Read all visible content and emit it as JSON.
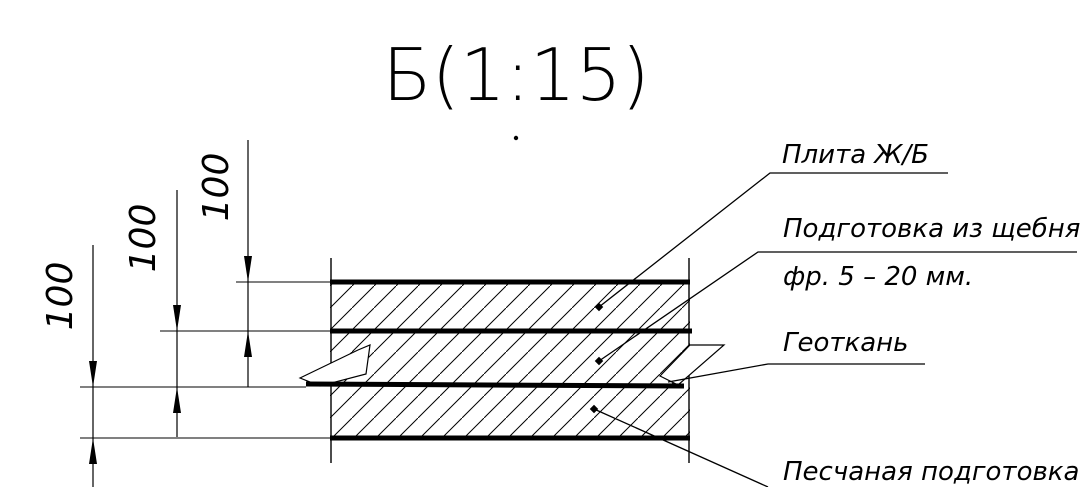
{
  "title": "Б(1:15)",
  "labels": {
    "slab": "Плита Ж/Б",
    "gravel_line1": "Подготовка из щебня",
    "gravel_line2": "фр. 5 – 20 мм.",
    "geotextile": "Геоткань",
    "sand": "Песчаная подготовка"
  },
  "dimensions": {
    "dim1": "100",
    "dim2": "100",
    "dim3": "100"
  },
  "colors": {
    "ink": "#000000",
    "background": "#ffffff"
  }
}
